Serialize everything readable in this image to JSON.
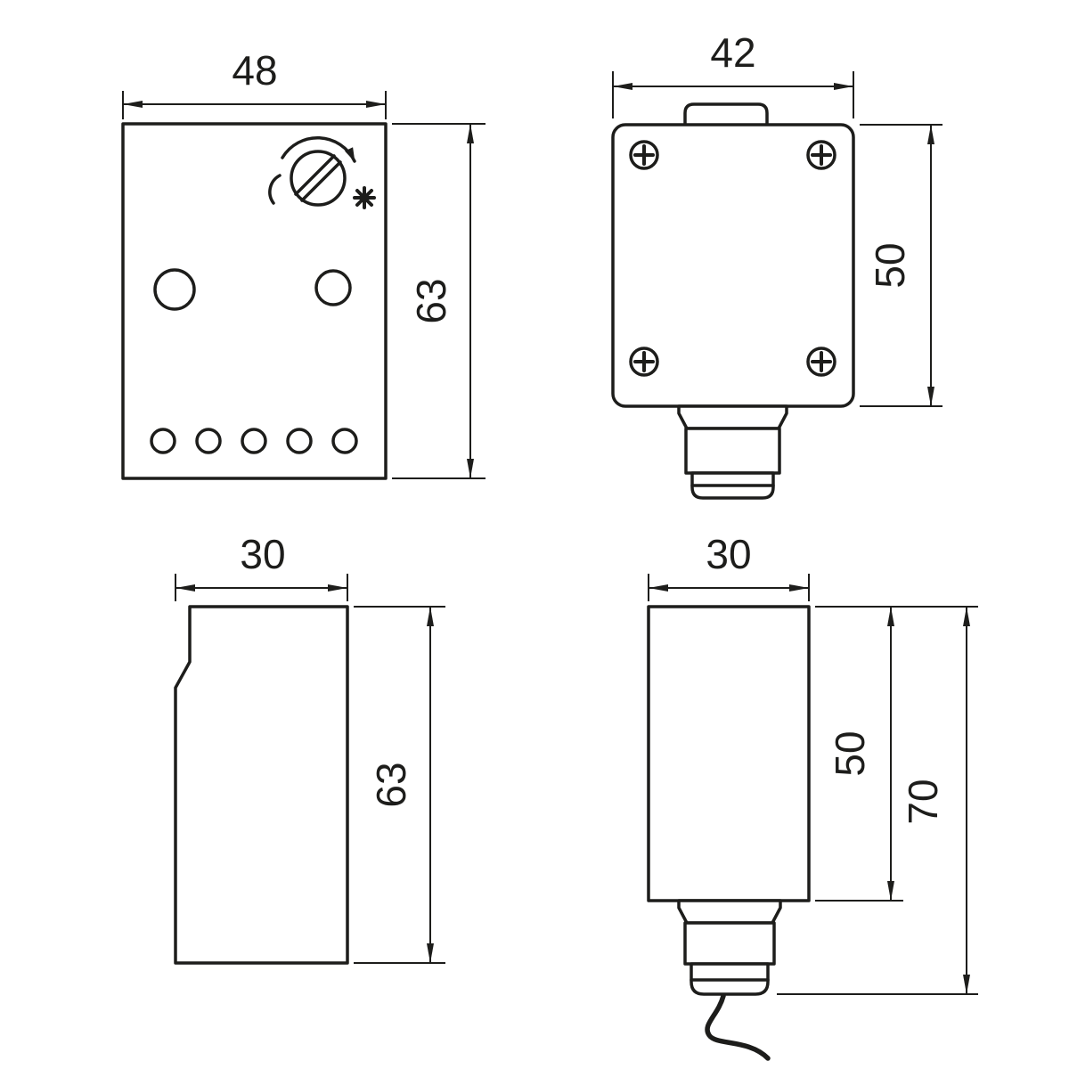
{
  "diagram": {
    "type": "technical-dimension-drawing",
    "line_color": "#1d1d1b",
    "background_color": "#ffffff",
    "views": {
      "front": {
        "width": "48",
        "height": "63"
      },
      "enclosure_front": {
        "width": "42",
        "height": "50"
      },
      "side": {
        "width": "30",
        "height": "63"
      },
      "enclosure_side": {
        "width": "30",
        "body_height": "50",
        "total_height": "70"
      }
    }
  }
}
